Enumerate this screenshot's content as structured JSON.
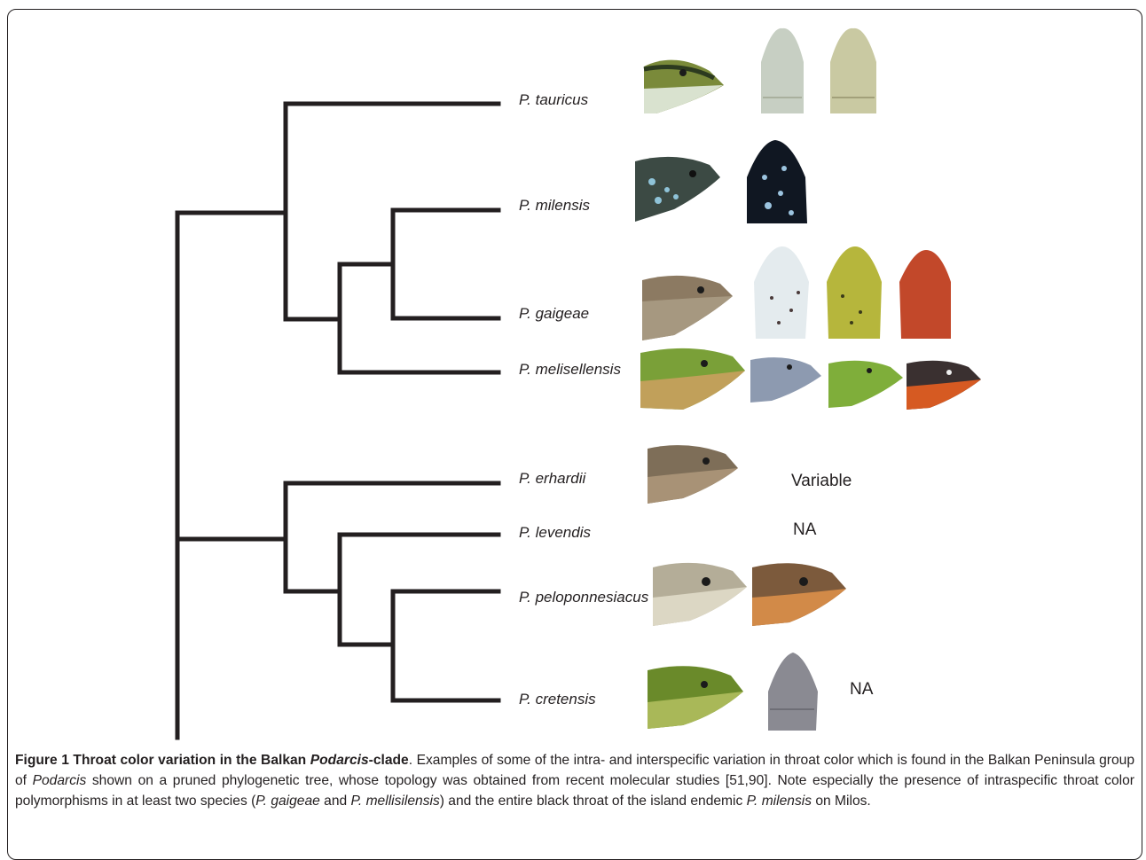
{
  "taxa": {
    "tauricus": "P. tauricus",
    "milensis": "P. milensis",
    "gaigeae": "P. gaigeae",
    "melisellensis": "P. melisellensis",
    "erhardii": "P. erhardii",
    "levendis": "P. levendis",
    "peloponnesiacus": "P. peloponnesiacus",
    "cretensis": "P. cretensis"
  },
  "annotations": {
    "erhardii_throat": "Variable",
    "levendis_throat": "NA",
    "cretensis_extra": "NA"
  },
  "caption": {
    "label_prefix": "Figure 1 Throat color variation in the Balkan ",
    "label_genus": "Podarcis",
    "label_suffix": "-clade",
    "s1": ". Examples of some of the intra- and interspecific variation in throat color which is found in the Balkan Peninsula group of ",
    "genus": "Podarcis",
    "s2": " shown on a pruned phylogenetic tree, whose topology was obtained from recent molecular studies [51,90]. Note especially the presence of intraspecific throat color polymorphisms in at least two species (",
    "sp1": "P. gaigeae",
    "and": " and ",
    "sp2": "P. mellisilensis",
    "s3": ") and the entire black throat of the island endemic ",
    "sp3": "P. milensis",
    "s4": " on Milos."
  },
  "colors": {
    "tree_line": "#231f20",
    "border": "#231f20"
  }
}
